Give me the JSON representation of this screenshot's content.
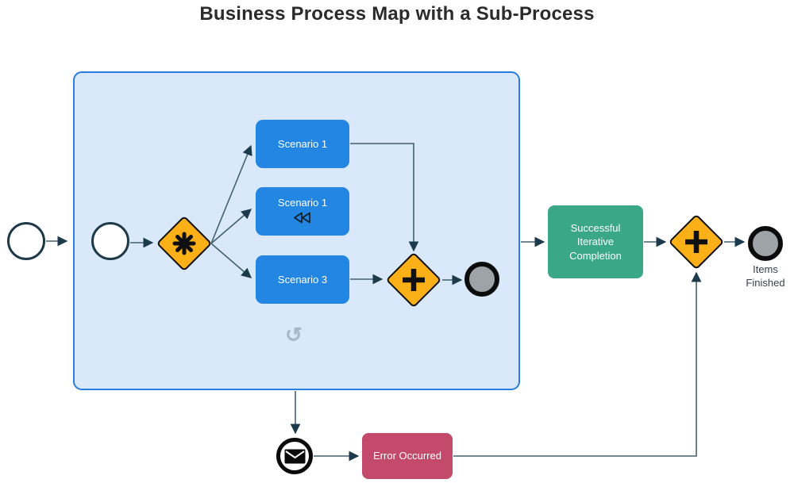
{
  "title": "Business Process Map with a Sub-Process",
  "diagram": {
    "type": "bpmn-process-map",
    "subprocess": {
      "marker": "loop",
      "loop_glyph": "↺",
      "tasks": [
        {
          "label": "Scenario 1",
          "marker": "none"
        },
        {
          "label": "Scenario 1",
          "marker": "compensation-rewind"
        },
        {
          "label": "Scenario 3",
          "marker": "none"
        }
      ],
      "gateways": [
        {
          "kind": "complex",
          "icon": "eight-spoked-asterisk"
        },
        {
          "kind": "parallel",
          "icon": "plus"
        }
      ],
      "events": [
        {
          "kind": "start",
          "style": "thin-ring"
        },
        {
          "kind": "end",
          "style": "thick-ring-gray-fill"
        }
      ]
    },
    "main": {
      "start_event": {
        "kind": "start",
        "style": "thin-ring"
      },
      "success_task": {
        "label": "Successful Iterative Completion"
      },
      "join_gateway": {
        "kind": "parallel",
        "icon": "plus"
      },
      "end_event_label": "Items Finished",
      "message_event": {
        "kind": "message",
        "icon": "envelope"
      },
      "error_task": {
        "label": "Error Occurred"
      }
    },
    "colors": {
      "task_blue": "#2286E2",
      "task_green": "#3AA787",
      "task_red": "#C34A6A",
      "gateway_orange": "#FCB017",
      "subprocess_fill": "#D9E8FB",
      "subprocess_border": "#2A7DE1",
      "connector": "#44606C",
      "arrowhead": "#1B3A4B",
      "event_gray_fill": "#9EA3A8",
      "loop_marker_gray": "#A8B6CC"
    }
  }
}
